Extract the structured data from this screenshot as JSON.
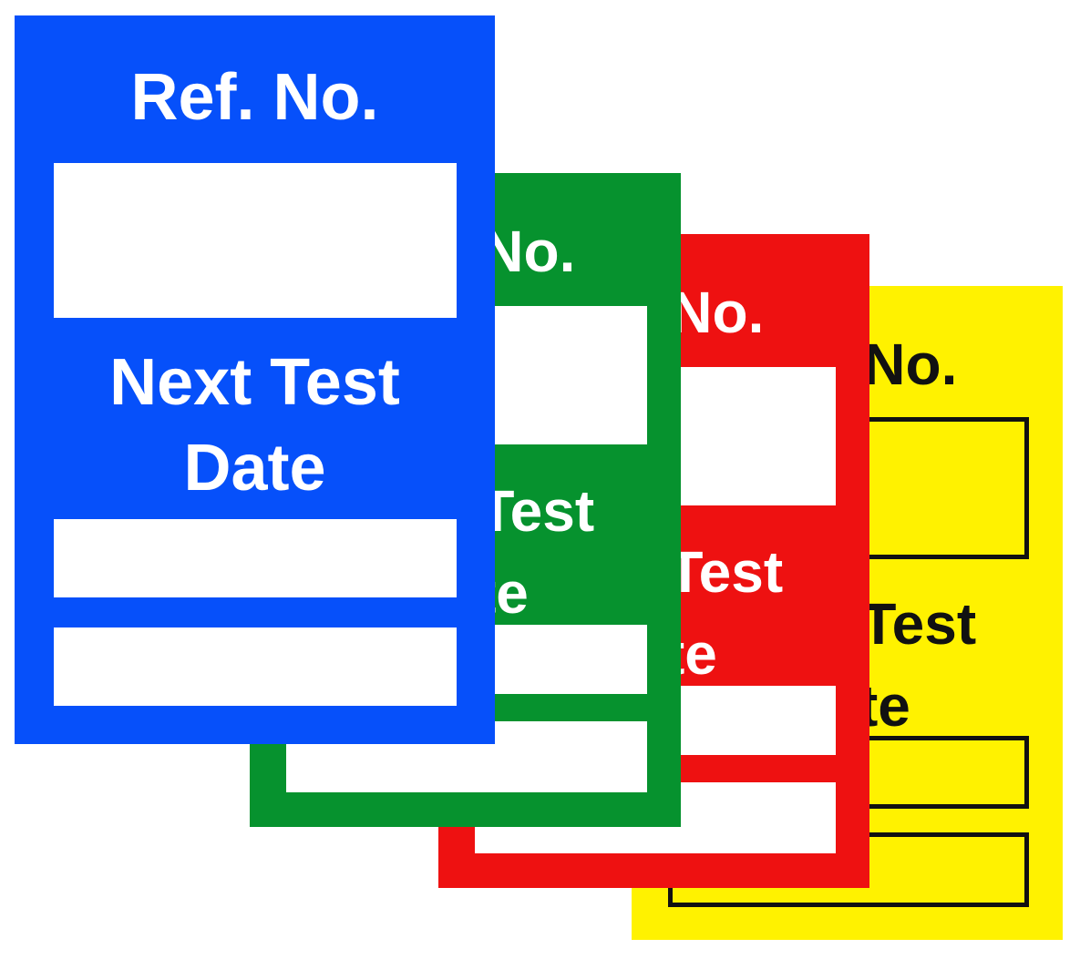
{
  "labels": [
    {
      "id": "yellow",
      "ref_heading": "Ref. No.",
      "test_heading_line1": "Next Test",
      "test_heading_line2": "Date",
      "background": "#fff200",
      "text_color": "#111111"
    },
    {
      "id": "red",
      "ref_heading": "Ref. No.",
      "test_heading_line1": "Next Test",
      "test_heading_line2": "Date",
      "background": "#ee1111",
      "text_color": "#ffffff"
    },
    {
      "id": "green",
      "ref_heading": "Ref. No.",
      "test_heading_line1": "Next Test",
      "test_heading_line2": "Date",
      "background": "#06922e",
      "text_color": "#ffffff"
    },
    {
      "id": "blue",
      "ref_heading": "Ref. No.",
      "test_heading_line1": "Next Test",
      "test_heading_line2": "Date",
      "background": "#0650fa",
      "text_color": "#ffffff"
    }
  ]
}
